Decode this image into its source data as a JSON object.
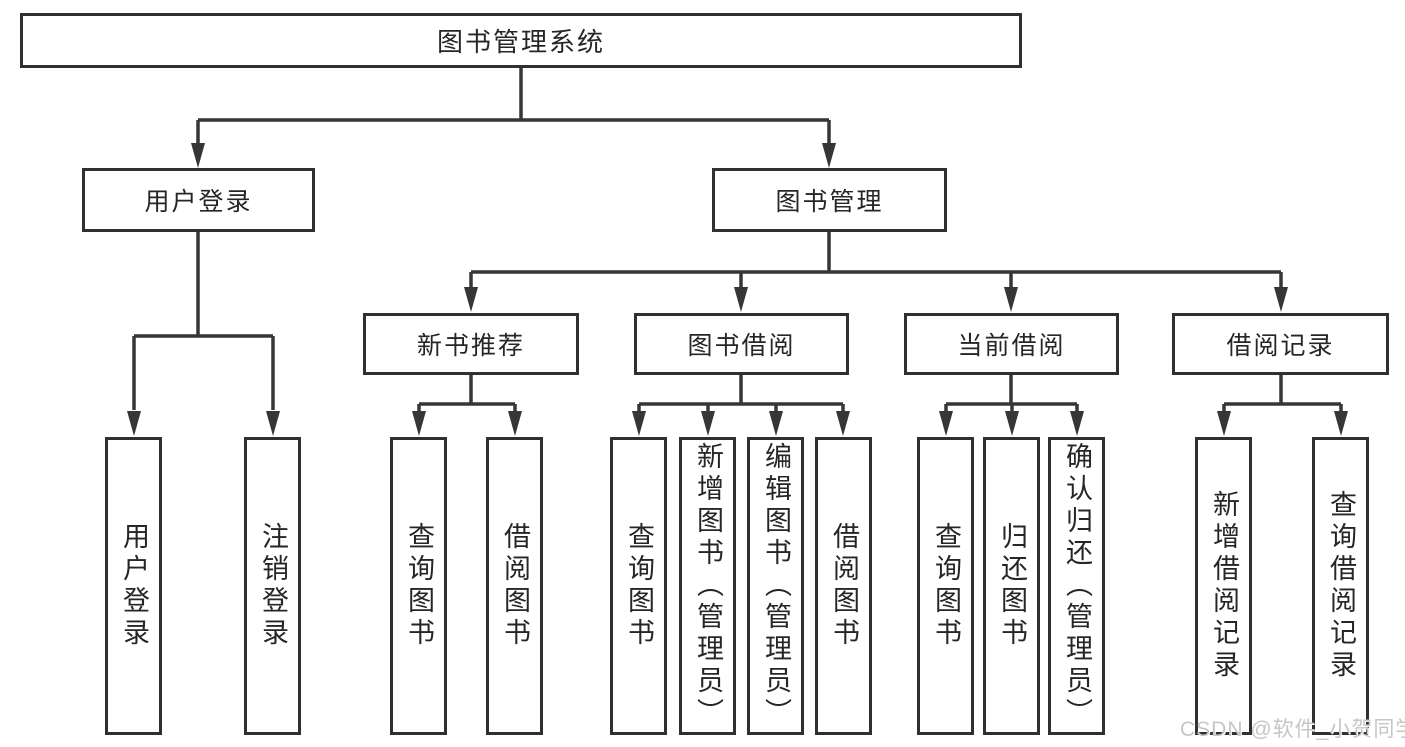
{
  "tree": {
    "root": {
      "label": "图书管理系统"
    },
    "branches": [
      {
        "label": "用户登录",
        "children": [
          {
            "label": "用户登录"
          },
          {
            "label": "注销登录"
          }
        ]
      },
      {
        "label": "图书管理",
        "children": [
          {
            "label": "新书推荐",
            "children": [
              {
                "label": "查询图书"
              },
              {
                "label": "借阅图书"
              }
            ]
          },
          {
            "label": "图书借阅",
            "children": [
              {
                "label": "查询图书"
              },
              {
                "label": "新增图书（管理员）"
              },
              {
                "label": "编辑图书（管理员）"
              },
              {
                "label": "借阅图书"
              }
            ]
          },
          {
            "label": "当前借阅",
            "children": [
              {
                "label": "查询图书"
              },
              {
                "label": "归还图书"
              },
              {
                "label": "确认归还（管理员）"
              }
            ]
          },
          {
            "label": "借阅记录",
            "children": [
              {
                "label": "新增借阅记录"
              },
              {
                "label": "查询借阅记录"
              }
            ]
          }
        ]
      }
    ]
  },
  "watermark": {
    "text": "CSDN @软件_小贺同学"
  },
  "colors": {
    "line": "#363636",
    "box_border": "#303030",
    "text": "#262626",
    "watermark": "#c6c6c6",
    "background": "#ffffff"
  }
}
